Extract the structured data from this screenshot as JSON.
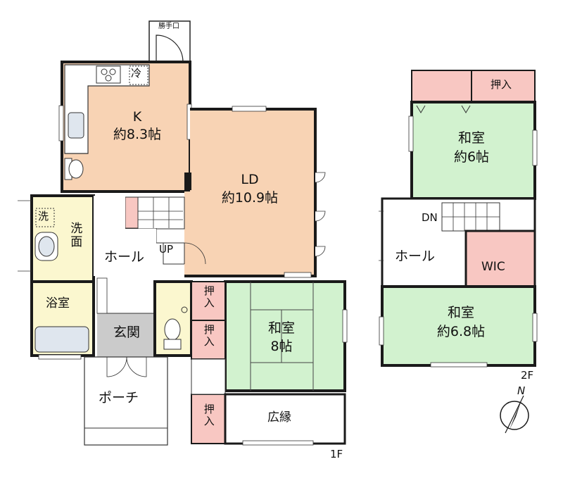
{
  "rooms_1f": {
    "kitchen": {
      "name": "K",
      "size": "約8.3帖"
    },
    "refrigerator": "冷",
    "ld": {
      "name": "LD",
      "size": "約10.9帖"
    },
    "washroom": "洗面",
    "washer": "洗",
    "bath": "浴室",
    "hall": "ホール",
    "up": "UP",
    "entrance": "玄関",
    "closet_a": "押入",
    "closet_b": "押入",
    "closet_c": "押入",
    "washitsu": {
      "name": "和室",
      "size": "8帖"
    },
    "engawa": "広縁",
    "porch": "ポーチ",
    "service_door": "勝手口",
    "floor": "1F"
  },
  "rooms_2f": {
    "closet": "押入",
    "washitsu_n": {
      "name": "和室",
      "size": "約6帖"
    },
    "dn": "DN",
    "hall": "ホール",
    "wic": "WIC",
    "washitsu_s": {
      "name": "和室",
      "size": "約6.8帖"
    },
    "floor": "2F",
    "north": "N"
  },
  "colors": {
    "kitchen": "#f8d3b4",
    "ld": "#f8d3b4",
    "washitsu": "#d2f2cf",
    "wet": "#fbf7cf",
    "closet": "#f8c7c2",
    "entrance": "#cbcbcb",
    "wall": "#1a1a1a"
  }
}
